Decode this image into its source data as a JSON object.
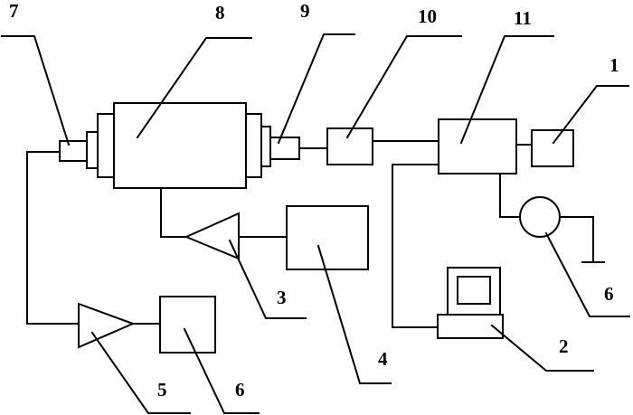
{
  "labels": {
    "l7": "7",
    "l8": "8",
    "l9": "9",
    "l10": "10",
    "l11": "11",
    "l1": "1",
    "l3": "3",
    "l4": "4",
    "l5": "5",
    "l6_bottom": "6",
    "l6_right": "6",
    "l2": "2"
  },
  "colors": {
    "line": "#000000",
    "background": "#ffffff"
  }
}
